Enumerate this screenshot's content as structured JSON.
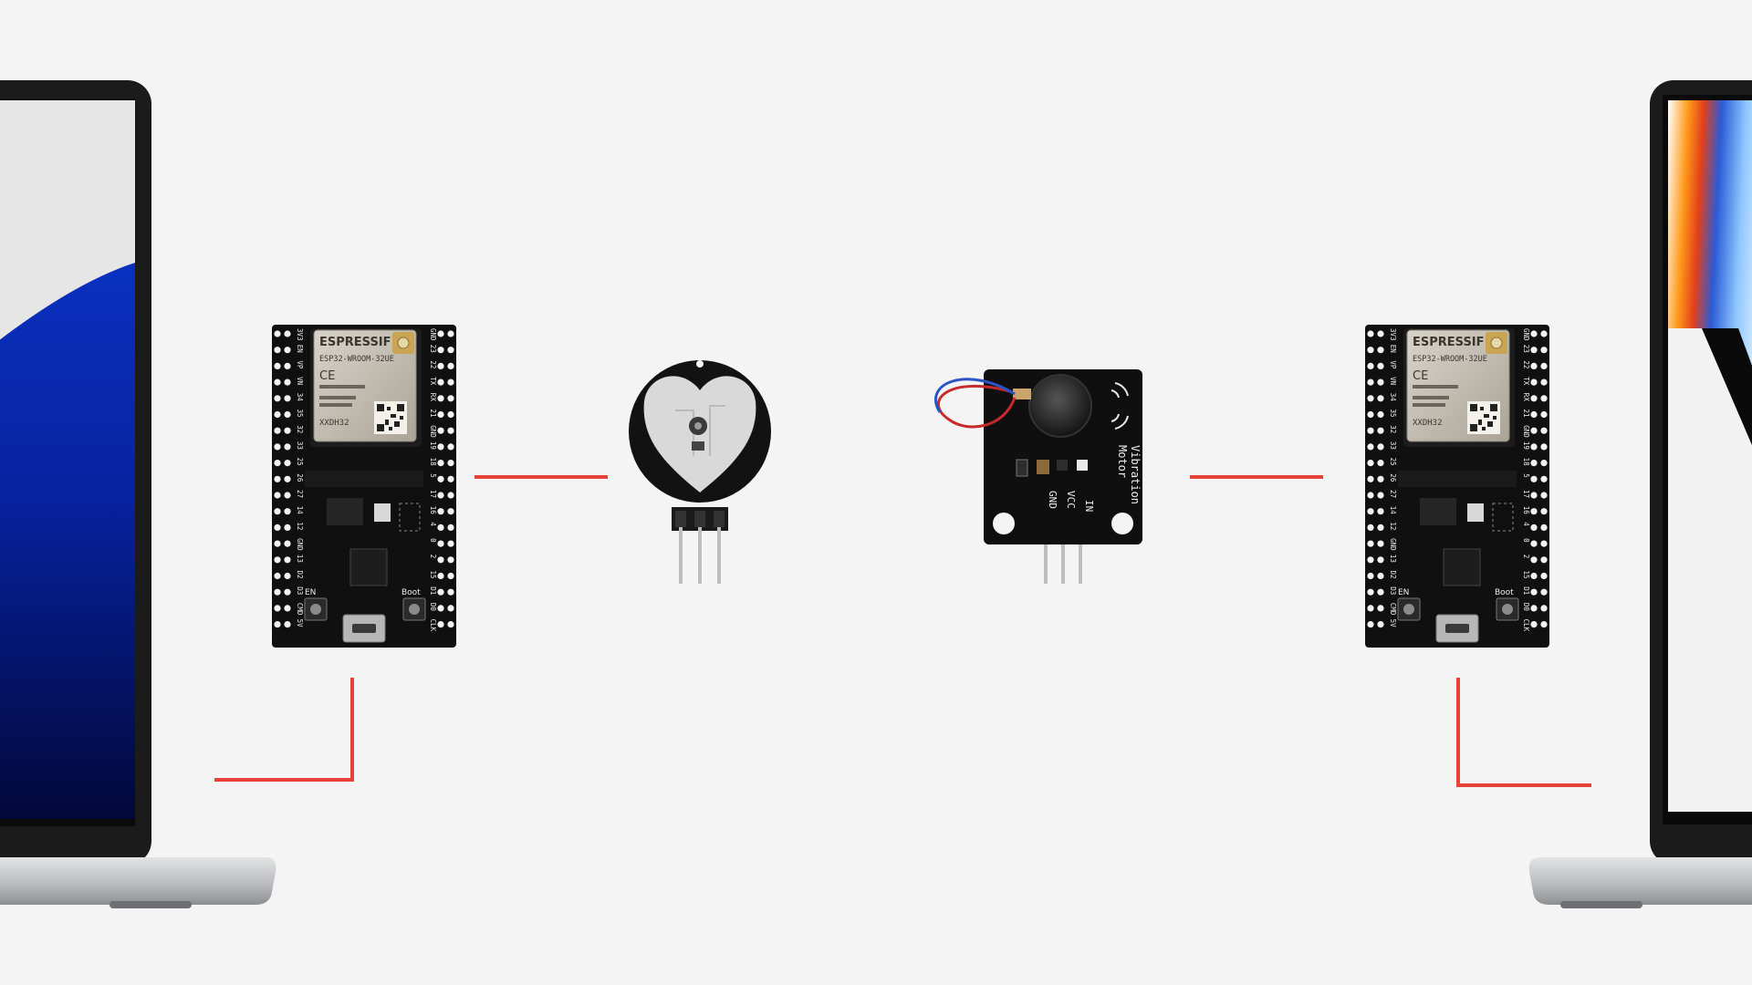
{
  "colors": {
    "background": "#f4f4f4",
    "wire": "#e8413a",
    "pcb": "#101010",
    "pin": "#f2f2f2",
    "shield": "#c9c3b8",
    "laptop_frame": "#1b1b1b",
    "laptop_base": "#c7c8ca"
  },
  "esp32": {
    "brand": "ESPRESSIF",
    "module": "ESP32-WROOM-32UE",
    "ce_mark": "CE",
    "code": "XXDH32",
    "left_pins": [
      "3V3",
      "EN",
      "VP",
      "VN",
      "34",
      "35",
      "32",
      "33",
      "25",
      "26",
      "27",
      "14",
      "12",
      "GND",
      "13",
      "D2",
      "D3",
      "CMD",
      "5V"
    ],
    "right_pins": [
      "GND",
      "23",
      "22",
      "TX",
      "RX",
      "21",
      "GND",
      "19",
      "18",
      "5",
      "17",
      "16",
      "4",
      "0",
      "2",
      "15",
      "D1",
      "D0",
      "CLK"
    ],
    "en_label": "EN",
    "boot_label": "Boot"
  },
  "vibration_module": {
    "label_line1": "Vibration",
    "label_line2": "Motor",
    "pin_gnd": "GND",
    "pin_vcc": "VCC",
    "pin_in": "IN"
  }
}
